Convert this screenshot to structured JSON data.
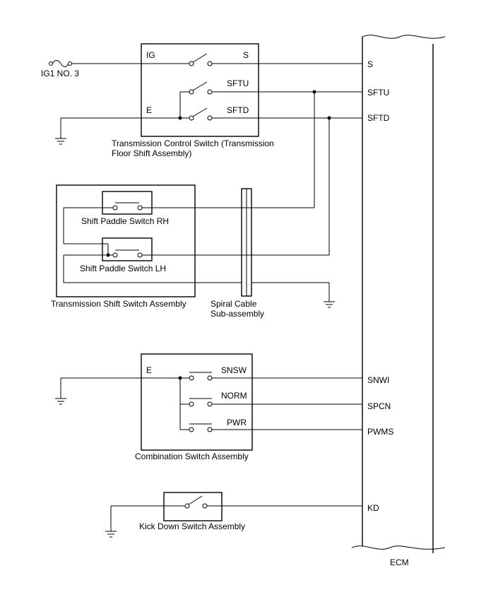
{
  "fuse_label": "IG1 NO. 3",
  "tcs": {
    "pin_ig": "IG",
    "pin_e": "E",
    "pin_s": "S",
    "pin_sftu": "SFTU",
    "pin_sftd": "SFTD",
    "caption_line1": "Transmission Control Switch (Transmission",
    "caption_line2": "Floor Shift Assembly)"
  },
  "tss": {
    "switch_rh": "Shift Paddle Switch RH",
    "switch_lh": "Shift Paddle Switch LH",
    "caption": "Transmission Shift Switch Assembly"
  },
  "spiral": {
    "line1": "Spiral Cable",
    "line2": "Sub-assembly"
  },
  "combo": {
    "pin_e": "E",
    "pin_snsw": "SNSW",
    "pin_norm": "NORM",
    "pin_pwr": "PWR",
    "caption": "Combination Switch Assembly"
  },
  "kickdown": {
    "caption": "Kick Down Switch Assembly"
  },
  "ecm": {
    "label": "ECM",
    "pins": [
      "S",
      "SFTU",
      "SFTD",
      "SNWI",
      "SPCN",
      "PWMS",
      "KD"
    ]
  }
}
